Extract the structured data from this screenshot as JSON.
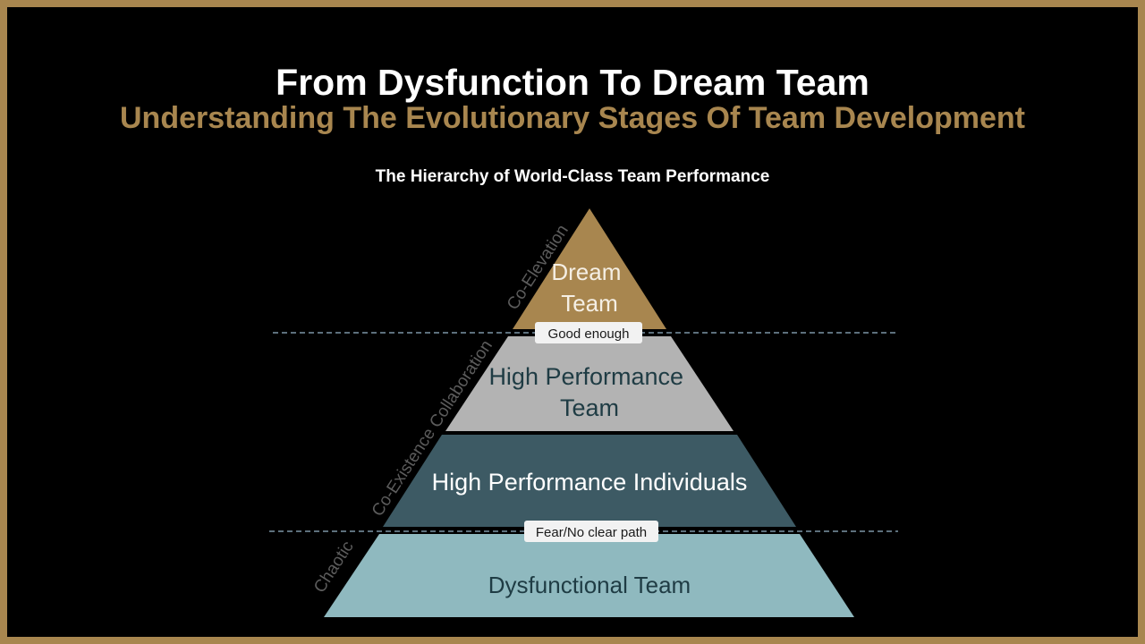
{
  "title": "From Dysfunction To Dream Team",
  "subtitle": "Understanding The Evolutionary Stages Of Team Development",
  "diagram_title": "The Hierarchy of World-Class Team Performance",
  "levels": [
    {
      "lines": [
        "Dream",
        "Team"
      ],
      "fill": "#a8864f",
      "text_color": "#f5efe4"
    },
    {
      "lines": [
        "High Performance",
        "Team"
      ],
      "fill": "#b3b3b3",
      "text_color": "#1f3c44"
    },
    {
      "lines": [
        "High Performance Individuals"
      ],
      "fill": "#3d5a64",
      "text_color": "#ffffff"
    },
    {
      "lines": [
        "Dysfunctional Team"
      ],
      "fill": "#8fb9bf",
      "text_color": "#1f3c44"
    }
  ],
  "thresholds": {
    "upper": "Good enough",
    "lower": "Fear/No clear path"
  },
  "side_labels": {
    "top": "Co-Elevation",
    "middle": "Co-Existence Collaboration",
    "bottom": "Chaotic"
  },
  "colors": {
    "frame": "#a8864f",
    "background": "#000000",
    "side_label": "#5c5c5c",
    "dashed_line": "#7c96a6",
    "threshold_box": "#f2f2f2"
  }
}
